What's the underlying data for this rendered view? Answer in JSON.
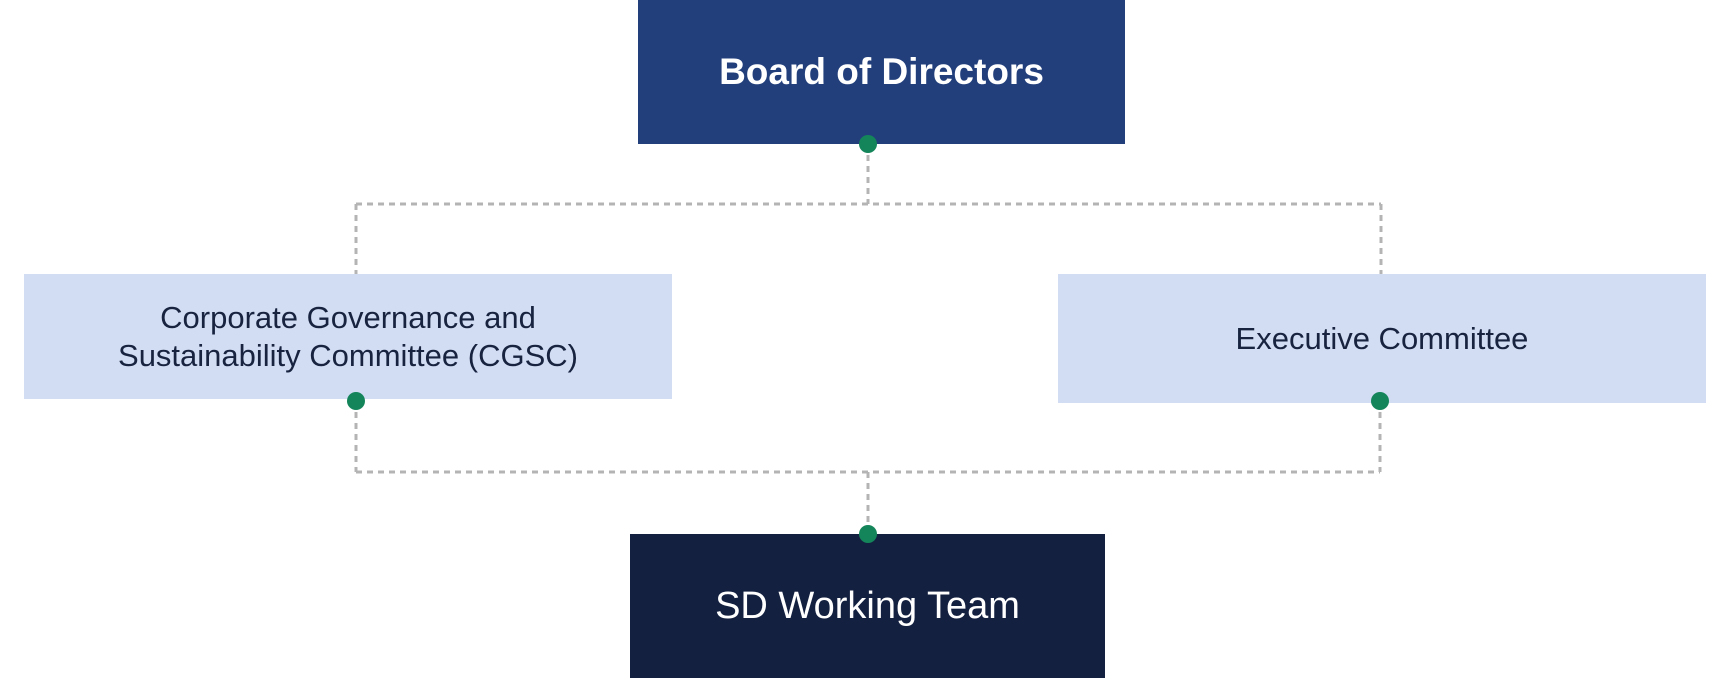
{
  "diagram": {
    "nodes": {
      "board": {
        "label": "Board of Directors"
      },
      "cgsc": {
        "label": "Corporate Governance and\nSustainability Committee (CGSC)"
      },
      "exec": {
        "label": "Executive Committee"
      },
      "sd_team": {
        "label": "SD Working Team"
      }
    },
    "edges": [
      {
        "from": "Board of Directors",
        "to": "Corporate Governance and Sustainability Committee (CGSC)"
      },
      {
        "from": "Board of Directors",
        "to": "Executive Committee"
      },
      {
        "from": "Corporate Governance and Sustainability Committee (CGSC)",
        "to": "SD Working Team"
      },
      {
        "from": "Executive Committee",
        "to": "SD Working Team"
      }
    ],
    "colors": {
      "board_fill": "#223f7c",
      "committee_fill": "#d2ddf3",
      "team_fill": "#142040",
      "connector_dot": "#14855a",
      "connector_line": "#b4b4b4"
    }
  }
}
